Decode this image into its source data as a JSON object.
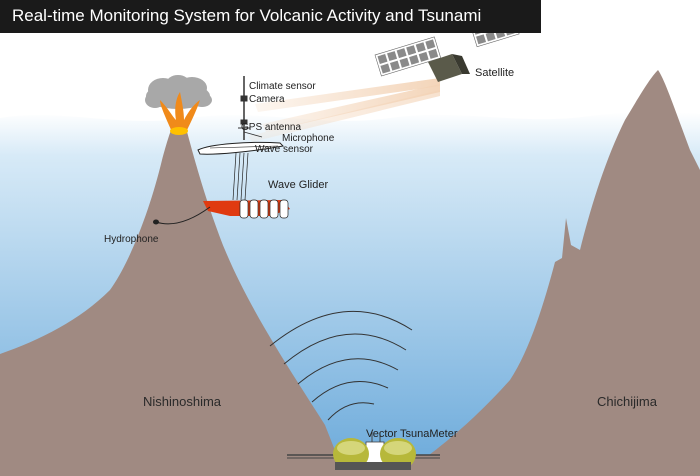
{
  "title": "Real-time Monitoring System for Volcanic Activity and Tsunami",
  "labels": {
    "satellite": "Satellite",
    "climate_sensor": "Climate sensor",
    "camera": "Camera",
    "gps_antenna": "GPS antenna",
    "microphone": "Microphone",
    "wave_sensor": "Wave sensor",
    "wave_glider": "Wave Glider",
    "hydrophone": "Hydrophone",
    "nishinoshima": "Nishinoshima",
    "chichijima": "Chichijima",
    "vector_tsunameter": "Vector TsunaMeter"
  },
  "colors": {
    "sea_top": "#ffffff",
    "sea_bottom": "#7fb6e0",
    "land": "#a08a82",
    "lava": "#f08a1a",
    "smoke": "#a9a9a9",
    "glider_float": "#e03a10",
    "tsunameter": "#b7b83a",
    "title_bg": "#1a1a1a"
  }
}
